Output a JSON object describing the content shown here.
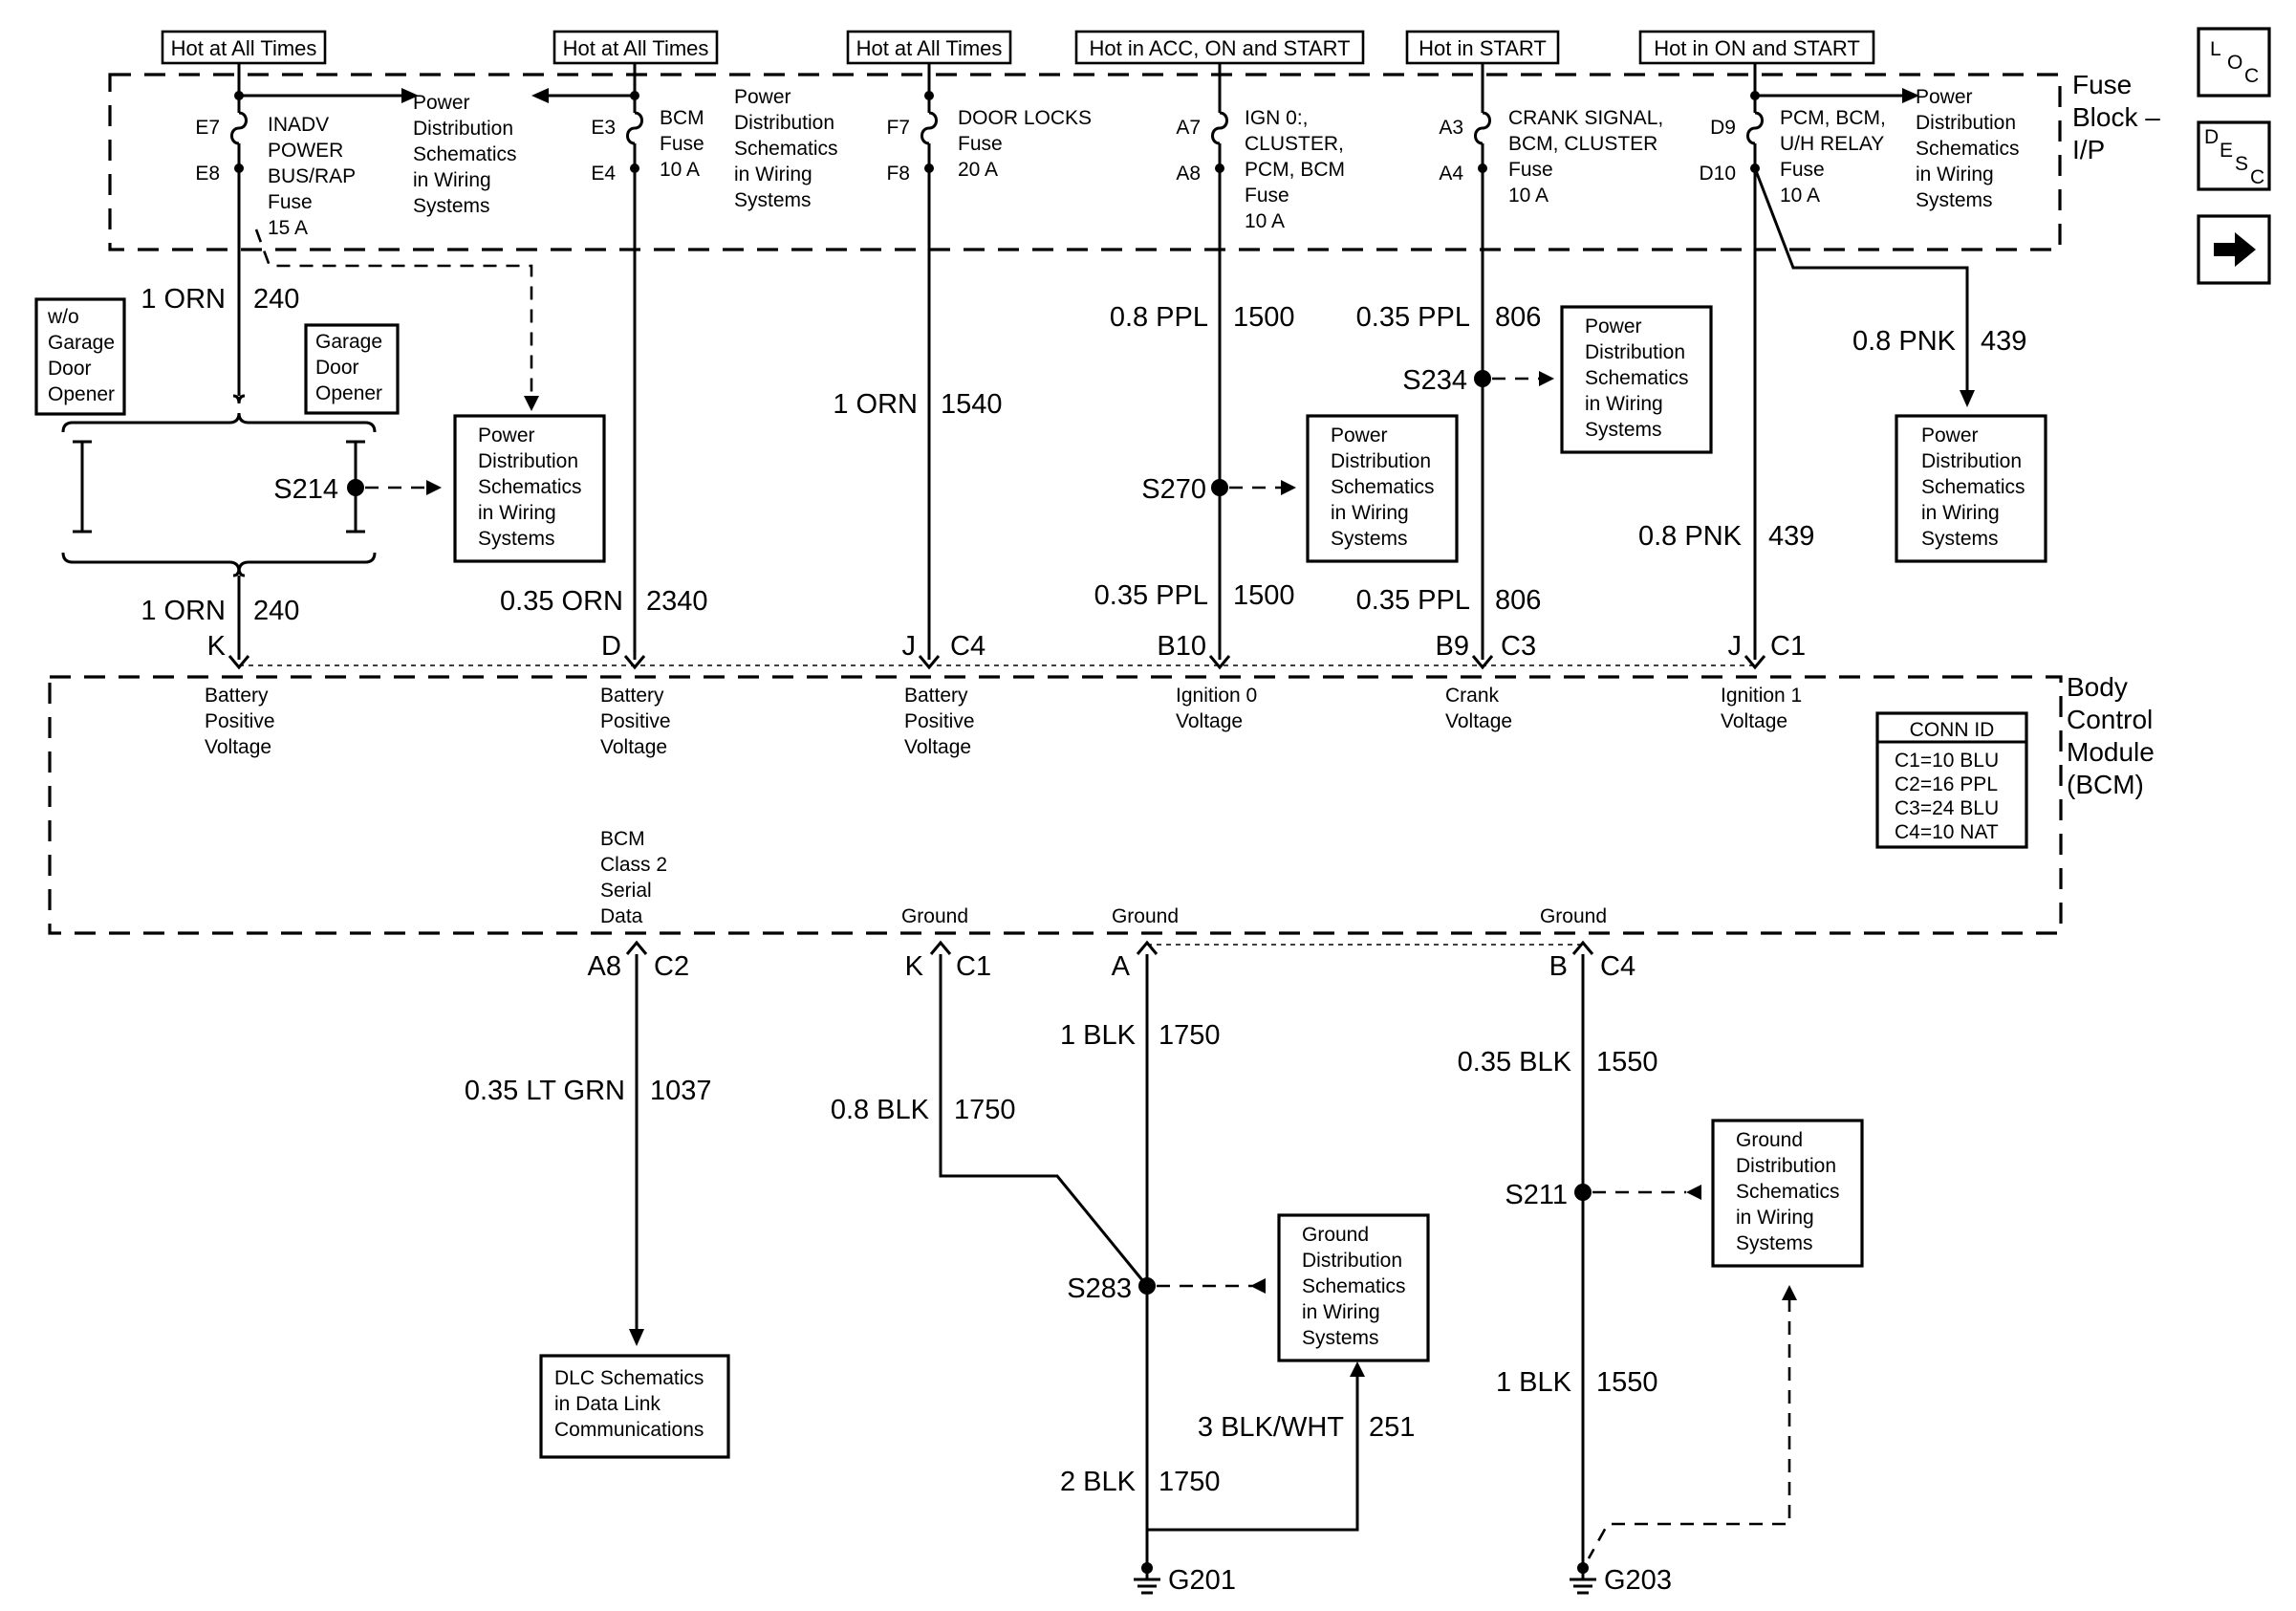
{
  "headers": {
    "h1": "Hot at All Times",
    "h2": "Hot at All Times",
    "h3": "Hot at All Times",
    "h4": "Hot in ACC, ON and START",
    "h5": "Hot in START",
    "h6": "Hot in ON and START"
  },
  "fuse_block": {
    "title": [
      "Fuse",
      "Block –",
      "I/P"
    ]
  },
  "fuses": {
    "f1": {
      "top_pin": "E7",
      "bottom_pin": "E8",
      "text": [
        "INADV",
        "POWER",
        "BUS/RAP",
        "Fuse",
        "15 A"
      ]
    },
    "f2": {
      "top_pin": "E3",
      "bottom_pin": "E4",
      "text": [
        "BCM",
        "Fuse",
        "10 A"
      ]
    },
    "f3": {
      "top_pin": "F7",
      "bottom_pin": "F8",
      "text": [
        "DOOR LOCKS",
        "Fuse",
        "20 A"
      ]
    },
    "f4": {
      "top_pin": "A7",
      "bottom_pin": "A8",
      "text": [
        "IGN 0:,",
        "CLUSTER,",
        "PCM, BCM",
        "Fuse",
        "10 A"
      ]
    },
    "f5": {
      "top_pin": "A3",
      "bottom_pin": "A4",
      "text": [
        "CRANK SIGNAL,",
        "BCM, CLUSTER",
        "Fuse",
        "10 A"
      ]
    },
    "f6": {
      "top_pin": "D9",
      "bottom_pin": "D10",
      "text": [
        "PCM, BCM,",
        "U/H RELAY",
        "Fuse",
        "10 A"
      ]
    }
  },
  "inline_refs": {
    "pd1": [
      "Power",
      "Distribution",
      "Schematics",
      "in Wiring",
      "Systems"
    ],
    "pd2": [
      "Power",
      "Distribution",
      "Schematics",
      "in Wiring",
      "Systems"
    ],
    "pd3": [
      "Power",
      "Distribution",
      "Schematics",
      "in Wiring",
      "Systems"
    ]
  },
  "boxes": {
    "pd_s214": [
      "Power",
      "Distribution",
      "Schematics",
      "in Wiring",
      "Systems"
    ],
    "pd_s270": [
      "Power",
      "Distribution",
      "Schematics",
      "in Wiring",
      "Systems"
    ],
    "pd_s234": [
      "Power",
      "Distribution",
      "Schematics",
      "in Wiring",
      "Systems"
    ],
    "pd_d10": [
      "Power",
      "Distribution",
      "Schematics",
      "in Wiring",
      "Systems"
    ],
    "gd_s283": [
      "Ground",
      "Distribution",
      "Schematics",
      "in Wiring",
      "Systems"
    ],
    "gd_s211": [
      "Ground",
      "Distribution",
      "Schematics",
      "in Wiring",
      "Systems"
    ],
    "dlc": [
      "DLC Schematics",
      "in Data Link",
      "Communications"
    ],
    "wo_garage": [
      "w/o",
      "Garage",
      "Door",
      "Opener"
    ],
    "garage": [
      "Garage",
      "Door",
      "Opener"
    ]
  },
  "wires": {
    "w1_top": {
      "gauge": "1 ORN",
      "circuit": "240"
    },
    "w1_bot": {
      "gauge": "1 ORN",
      "circuit": "240"
    },
    "w2": {
      "gauge": "0.35 ORN",
      "circuit": "2340"
    },
    "w3": {
      "gauge": "1 ORN",
      "circuit": "1540"
    },
    "w4_top": {
      "gauge": "0.8 PPL",
      "circuit": "1500"
    },
    "w4_bot": {
      "gauge": "0.35 PPL",
      "circuit": "1500"
    },
    "w5_top": {
      "gauge": "0.35 PPL",
      "circuit": "806"
    },
    "w5_bot": {
      "gauge": "0.35 PPL",
      "circuit": "806"
    },
    "w6_top": {
      "gauge": "0.8 PNK",
      "circuit": "439"
    },
    "w6_bot": {
      "gauge": "0.8 PNK",
      "circuit": "439"
    },
    "w_data": {
      "gauge": "0.35 LT GRN",
      "circuit": "1037"
    },
    "w_gk": {
      "gauge": "0.8 BLK",
      "circuit": "1750"
    },
    "w_ga": {
      "gauge": "1 BLK",
      "circuit": "1750"
    },
    "w_ga2": {
      "gauge": "2 BLK",
      "circuit": "1750"
    },
    "w_blkwht": {
      "gauge": "3 BLK/WHT",
      "circuit": "251"
    },
    "w_gb": {
      "gauge": "0.35 BLK",
      "circuit": "1550"
    },
    "w_gb2": {
      "gauge": "1 BLK",
      "circuit": "1550"
    }
  },
  "splices": {
    "s214": "S214",
    "s270": "S270",
    "s234": "S234",
    "s283": "S283",
    "s211": "S211"
  },
  "grounds": {
    "g201": "G201",
    "g203": "G203"
  },
  "bcm": {
    "title": [
      "Body",
      "Control",
      "Module",
      "(BCM)"
    ],
    "conn_id_title": "CONN ID",
    "conn_id": [
      "C1=10 BLU",
      "C2=16 PPL",
      "C3=24 BLU",
      "C4=10 NAT"
    ],
    "top_pins": {
      "p1": {
        "pin": "K",
        "conn": "",
        "desc": [
          "Battery",
          "Positive",
          "Voltage"
        ]
      },
      "p2": {
        "pin": "D",
        "conn": "",
        "desc": [
          "Battery",
          "Positive",
          "Voltage"
        ]
      },
      "p3": {
        "pin": "J",
        "conn": "C4",
        "desc": [
          "Battery",
          "Positive",
          "Voltage"
        ]
      },
      "p4": {
        "pin": "B10",
        "conn": "",
        "desc": [
          "Ignition 0",
          "Voltage"
        ]
      },
      "p5": {
        "pin": "B9",
        "conn": "C3",
        "desc": [
          "Crank",
          "Voltage"
        ]
      },
      "p6": {
        "pin": "J",
        "conn": "C1",
        "desc": [
          "Ignition 1",
          "Voltage"
        ]
      }
    },
    "bottom_pins": {
      "b1": {
        "pin": "A8",
        "conn": "C2",
        "desc": [
          "BCM",
          "Class 2",
          "Serial",
          "Data"
        ]
      },
      "b2": {
        "pin": "K",
        "conn": "C1",
        "desc": [
          "Ground"
        ]
      },
      "b3": {
        "pin": "A",
        "conn": "",
        "desc": [
          "Ground"
        ]
      },
      "b4": {
        "pin": "B",
        "conn": "C4",
        "desc": [
          "Ground"
        ]
      }
    }
  },
  "nav": {
    "loc": [
      "L",
      "O",
      "C"
    ],
    "desc": [
      "D",
      "E",
      "S",
      "C"
    ],
    "next_icon": "arrow-right-icon"
  }
}
